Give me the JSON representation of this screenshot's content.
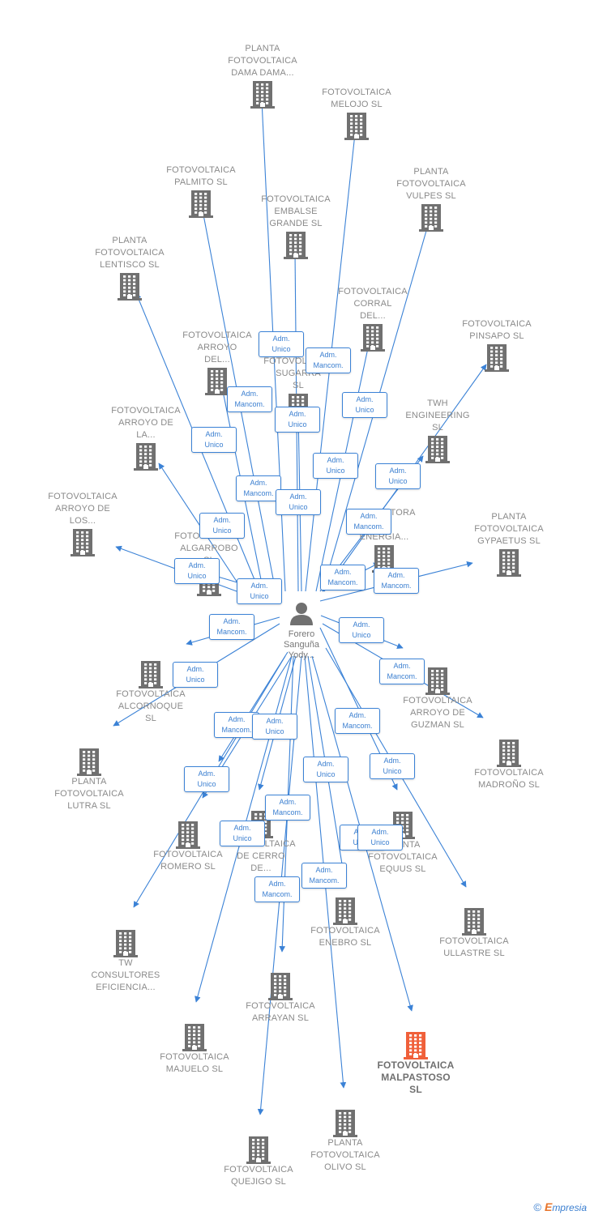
{
  "colors": {
    "edge": "#3b82d6",
    "building": "#707070",
    "highlight": "#f0603a",
    "badge_text": "#3b7fd0"
  },
  "center": {
    "label": "Forero\nSanguña\nYody...",
    "icon": "person-icon"
  },
  "companies": [
    {
      "id": "dama",
      "label": "PLANTA\nFOTOVOLTAICA\nDAMA DAMA..."
    },
    {
      "id": "melojo",
      "label": "FOTOVOLTAICA\nMELOJO  SL"
    },
    {
      "id": "palmito",
      "label": "FOTOVOLTAICA\nPALMITO  SL"
    },
    {
      "id": "vulpes",
      "label": "PLANTA\nFOTOVOLTAICA\nVULPES  SL"
    },
    {
      "id": "embalse",
      "label": "FOTOVOLTAICA\nEMBALSE\nGRANDE  SL"
    },
    {
      "id": "lentisco",
      "label": "PLANTA\nFOTOVOLTAICA\nLENTISCO  SL"
    },
    {
      "id": "corral",
      "label": "FOTOVOLTAICA\nCORRAL\nDEL..."
    },
    {
      "id": "pinsapo",
      "label": "FOTOVOLTAICA\nPINSAPO  SL"
    },
    {
      "id": "arroyodel",
      "label": "FOTOVOLTAICA\nARROYO\nDEL..."
    },
    {
      "id": "sugarra",
      "label": "FOTOVOLTAICA\nSUGARRA\nSL"
    },
    {
      "id": "twheng",
      "label": "TWH\nENGINEERING\nSL"
    },
    {
      "id": "arroyodela",
      "label": "FOTOVOLTAICA\nARROYO DE\nLA..."
    },
    {
      "id": "arroyolos",
      "label": "FOTOVOLTAICA\nARROYO DE\nLOS..."
    },
    {
      "id": "consultora",
      "label": "CONSULTORA\nDE\nENERGIA..."
    },
    {
      "id": "gypaetus",
      "label": "PLANTA\nFOTOVOLTAICA\nGYPAETUS  SL"
    },
    {
      "id": "algarrobo",
      "label": "FOTOVOLTAICA\nALGARROBO\nSL"
    },
    {
      "id": "alcornoque",
      "label": "FOTOVOLTAICA\nALCORNOQUE\nSL"
    },
    {
      "id": "guzman",
      "label": "FOTOVOLTAICA\nARROYO DE\nGUZMAN  SL"
    },
    {
      "id": "lutra",
      "label": "PLANTA\nFOTOVOLTAICA\nLUTRA  SL"
    },
    {
      "id": "madrono",
      "label": "FOTOVOLTAICA\nMADROÑO  SL"
    },
    {
      "id": "equus",
      "label": "PLANTA\nFOTOVOLTAICA\nEQUUS  SL"
    },
    {
      "id": "romero",
      "label": "FOTOVOLTAICA\nROMERO  SL"
    },
    {
      "id": "cerro",
      "label": "FOTOVOLTAICA\nDE CERRO\nDE..."
    },
    {
      "id": "enebro",
      "label": "FOTOVOLTAICA\nENEBRO  SL"
    },
    {
      "id": "ullastre",
      "label": "FOTOVOLTAICA\nULLASTRE  SL"
    },
    {
      "id": "tw",
      "label": "TW\nCONSULTORES\nEFICIENCIA..."
    },
    {
      "id": "arrayan",
      "label": "FOTOVOLTAICA\nARRAYAN  SL"
    },
    {
      "id": "majuelo",
      "label": "FOTOVOLTAICA\nMAJUELO  SL"
    },
    {
      "id": "malpastoso",
      "label": "FOTOVOLTAICA\nMALPASTOSO\nSL",
      "highlight": true
    },
    {
      "id": "olivo",
      "label": "PLANTA\nFOTOVOLTAICA\nOLIVO  SL"
    },
    {
      "id": "quejigo",
      "label": "FOTOVOLTAICA\nQUEJIGO  SL"
    }
  ],
  "roles": [
    "Adm.\nUnico",
    "Adm.\nMancom.",
    "Adm.\nMancom.",
    "Adm.\nUnico",
    "Adm.\nUnico",
    "Adm.\nUnico",
    "Adm.\nUnico",
    "Adm.\nUnico",
    "Adm.\nMancom.",
    "Adm.\nUnico",
    "Adm.\nMancom.",
    "Adm.\nUnico",
    "Adm.\nUnico",
    "Adm.\nMancom.",
    "Adm.\nMancom.",
    "Adm.\nUnico",
    "Adm.\nMancom.",
    "Adm.\nUnico",
    "Adm.\nUnico",
    "Adm.\nMancom.",
    "Adm.\nUnico",
    "Adm.\nMancom.",
    "Adm.\nUnico",
    "Adm.\nUnico",
    "Adm.\nMancom.",
    "Adm.\nUnico",
    "Adm.\nMancom.",
    "Adm.\nUnico",
    "Adm.\nUnico",
    "Adm.\nMancom.",
    "Adm.\nMancom.",
    "Adm.\nUnico"
  ],
  "footer": {
    "copyright": "©",
    "brand_first": "E",
    "brand_rest": "mpresia"
  }
}
